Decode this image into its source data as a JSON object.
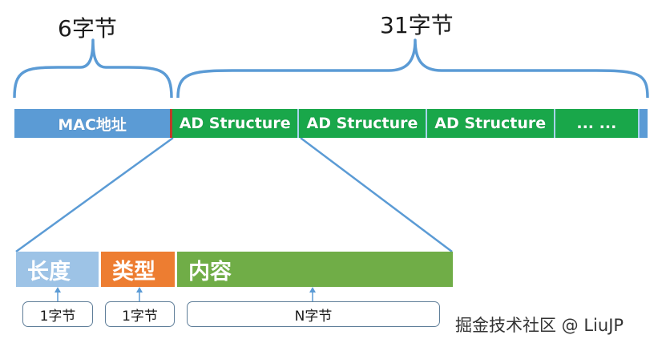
{
  "braces": {
    "left_label": "6字节",
    "right_label": "31字节"
  },
  "packet": {
    "mac_label": "MAC地址",
    "ad_structures": [
      "AD Structure",
      "AD Structure",
      "AD Structure"
    ],
    "ellipsis": "... ..."
  },
  "ad_structure_fields": [
    {
      "label": "长度",
      "size": "1字节"
    },
    {
      "label": "类型",
      "size": "1字节"
    },
    {
      "label": "内容",
      "size": "N字节"
    }
  ],
  "watermark": "掘金技术社区 @ LiuJP",
  "colors": {
    "mac": "#5b9bd5",
    "ad": "#19a74a",
    "length": "#9dc3e6",
    "type": "#ed7d31",
    "content": "#70ad47",
    "lines": "#5b9bd5"
  }
}
